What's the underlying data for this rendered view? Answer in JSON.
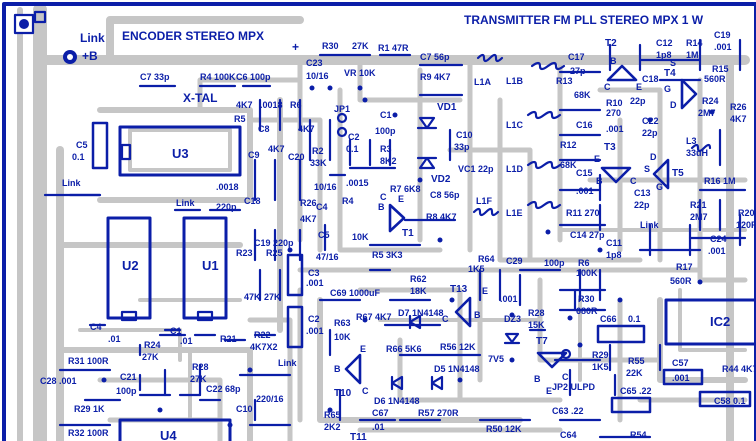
{
  "title": "TRANSMITTER  FM  PLL  STEREO MPX   1 W",
  "subtitle": "ENCODER STEREO MPX",
  "colors": {
    "trace": "#c6c6c6",
    "ink": "#0b1ea8",
    "paper": "#ffffff"
  },
  "labels": {
    "link_top": "Link",
    "plus_b": "+B",
    "xtal": "X-TAL",
    "plus": "+",
    "c7": "C7 33p",
    "r4": "R4 100K",
    "c6": "C6 100p",
    "r30": "R30",
    "r30v": "27K",
    "r1": "R1 47R",
    "c23": "C23",
    "c23v": "10/16",
    "vr": "VR 10K",
    "c7b": "C7 56p",
    "r9": "R9 4K7",
    "vd1": "VD1",
    "vd2": "VD2",
    "l1a": "L1A",
    "l1b": "L1B",
    "l1c": "L1C",
    "l1d": "L1D",
    "l1e": "L1E",
    "l1f": "L1F",
    "c17": "C17",
    "c17v": "27p",
    "t2": "T2",
    "c12": "C12",
    "c12v": "1p8",
    "r14": "R14",
    "r14v": "1M",
    "c19": "C19",
    "c19v": ".001",
    "r15": "R15",
    "r15v": "560R",
    "t4": "T4",
    "r13": "R13",
    "r13v": "68K",
    "c18": "C18",
    "c18v": "22p",
    "r10": "R10",
    "r10v": "270",
    "r24": "R24",
    "r24v": "2M7",
    "r26": "R26",
    "r26v": "4K7",
    "c16": "C16",
    "c16v": ".001",
    "c22": "C22",
    "c22v": "22p",
    "r12": "R12",
    "r12v": "68K",
    "l3": "L3",
    "l3v": "33uH",
    "t3": "T3",
    "t5": "T5",
    "r16": "R16 1M",
    "c15": "C15",
    "c15v": ".001",
    "c13": "C13",
    "c13v": "22p",
    "r11": "R11 270",
    "r21": "R21",
    "r21v": "2M7",
    "r20": "R20",
    "r20v": "120R",
    "c14": "C14 27p",
    "c11": "C11",
    "c11v": "1p8",
    "c24": "C24",
    "c24v": ".001",
    "r17": "R17",
    "r17v": "560R",
    "link_mid": "Link",
    "c8": "C8",
    "c8v": ".0018",
    "r6": "R6",
    "r6v": "4K7",
    "r5": "R5",
    "r5v": "4K7",
    "jp1": "JP1",
    "c1": "C1",
    "c1v": "100p",
    "c2": "C2",
    "c2v": "0.1",
    "c10": "C10",
    "c10v": "33p",
    "vc1": "VC1 22p",
    "c9": "C9",
    "c9v": "4K7",
    "c20": "C20",
    "c20v": "4K7",
    "r2": "R2",
    "r2v": "33K",
    "r3": "R3",
    "r3v": "8K2",
    "r7": "R7 6K8",
    "c8b": "C8 56p",
    "c5": "C5",
    "c5v": "0.1",
    "u3": "U3",
    "c18b": "C18",
    "c18bv": ".0018",
    "r4b": "R4",
    "c4": "C4",
    "r8": "R8 4K7",
    "r26b": "R26",
    "r26bv": "4K7",
    "t1": "T1",
    "c5b": "C5",
    "c5bv": "47/16",
    "r5b": "R5 3K3",
    "c4v": "10/16",
    "c4b": ".0015",
    "k10": "10K",
    "link_l": "Link",
    "link_u": "Link",
    "c19b": "C19 220p",
    "c220": "220p",
    "u2": "U2",
    "u1": "U1",
    "r23": "R23",
    "r23v": "47K",
    "r25": "R25",
    "r25v": "27K",
    "c3": "C3",
    "c3v": ".001",
    "c69": "C69 1000uF",
    "r64": "R64",
    "r64v": "1K5",
    "c29": "C29",
    "c29v": ".001",
    "c29b": "100p",
    "r6b": "R6",
    "r6bv": "100K",
    "r62": "R62",
    "r62v": "18K",
    "t13": "T13",
    "r28": "R28",
    "r28v": "15K",
    "r30b": "R30",
    "r30bv": "680R",
    "c66": "C66",
    "c66v": "0.1",
    "ic2": "IC2",
    "c4c": "C4",
    "c4cv": ".01",
    "c1b": "C1",
    "c1bv": ".01",
    "r21b": "R21",
    "r22": "R22",
    "r22v": "4K7X2",
    "c2b": "C2",
    "c2bv": ".001",
    "r63": "R63",
    "r63v": "10K",
    "r67": "R67 4K7",
    "d7": "D7 1N4148",
    "dz3": "DZ3",
    "r66": "R66 5K6",
    "r56": "R56 12K",
    "v75": "7V5",
    "t7": "T7",
    "r29": "R29",
    "r29v": "1K5",
    "r55": "R55",
    "r55v": "22K",
    "c57": "C57",
    "c57v": ".001",
    "r44": "R44 4K7",
    "r31": "R31 100R",
    "r24b": "R24",
    "r24bv": "27K",
    "c21": "C21",
    "c21v": "100p",
    "r28b": "R28",
    "r28bv": "27K",
    "c28": "C28 .001",
    "c22b": "C22 68p",
    "link_b": "Link",
    "t10": "T10",
    "d6": "D6 1N4148",
    "d5": "D5 1N4148",
    "jp2": "JP2 ULPD",
    "c65": "C65 .22",
    "c58": "C58 0.1",
    "r29b": "R29 1K",
    "r32": "R32 100R",
    "c10b": "C10",
    "c220b": "220/16",
    "r65": "R65",
    "r65v": "2K2",
    "c67": "C67",
    "c67v": ".01",
    "r57": "R57 270R",
    "r50": "R50 12K",
    "c63": "C63 .22",
    "c64": "C64",
    "r54": "R54",
    "u4": "U4",
    "t11": "T11",
    "pin_b": "B",
    "pin_c": "C",
    "pin_e": "E",
    "pin_s": "S",
    "pin_d": "D",
    "pin_g": "G"
  }
}
